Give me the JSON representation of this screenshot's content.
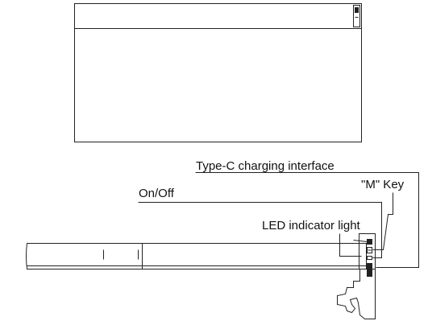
{
  "labels": {
    "type_c": "Type-C charging interface",
    "on_off": "On/Off",
    "m_key": "\"M\" Key",
    "led": "LED indicator light"
  }
}
